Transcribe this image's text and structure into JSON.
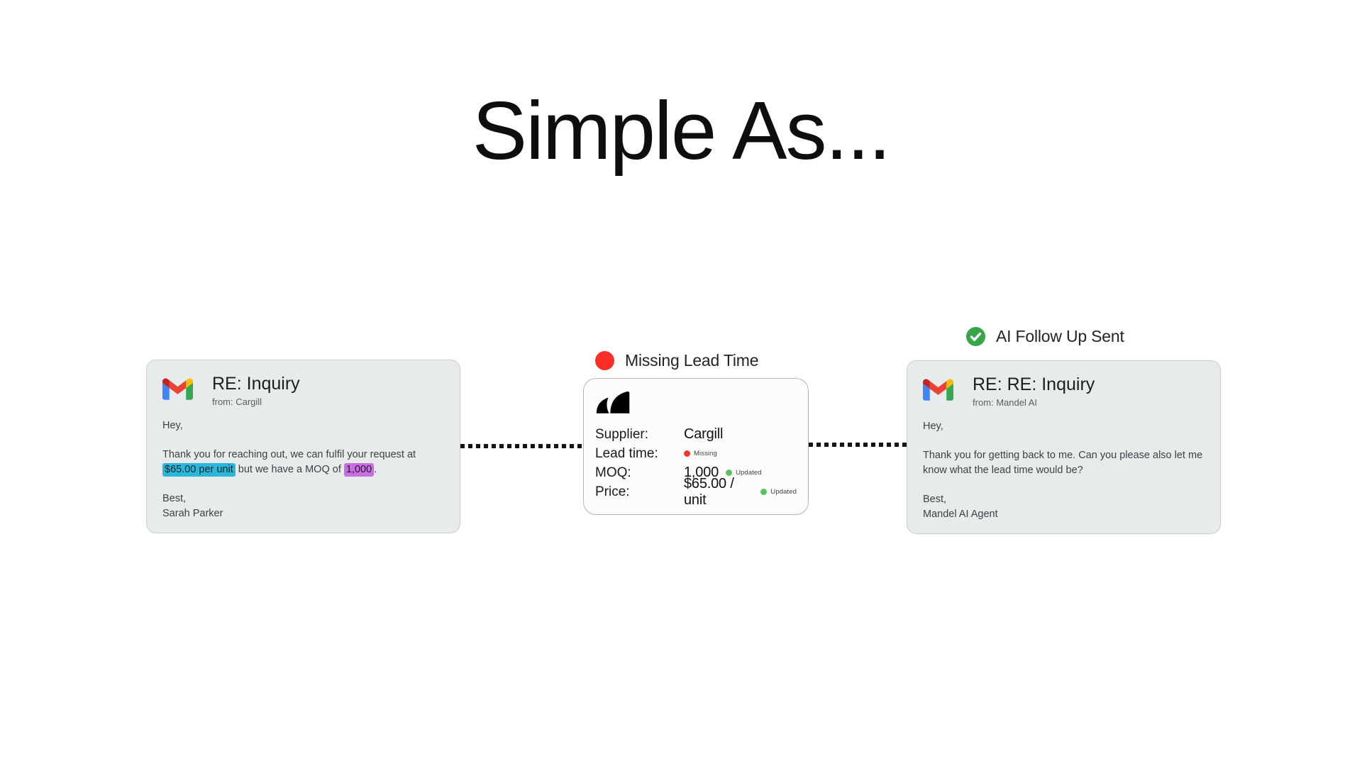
{
  "page": {
    "title": "Simple As..."
  },
  "colors": {
    "highlight_cyan": "#2bb7d9",
    "highlight_purple": "#c76fe0",
    "status_red": "#fb2e27",
    "status_green": "#38a54a",
    "badge_green": "#57c45f",
    "email_card_bg": "#e8ebeb",
    "data_card_bg": "#fcfcfc"
  },
  "icons": {
    "gmail": "gmail-m-logo",
    "brand": "mandel-wings-logo",
    "missing": "red-dot",
    "followup": "green-check-circle"
  },
  "left_email": {
    "subject": "RE: Inquiry",
    "from": "from: Cargill",
    "greeting": "Hey,",
    "body_part1": "Thank you for reaching out, we can fulfil your request at ",
    "highlight_price": "$65.00 per unit",
    "body_part2": " but we have a MOQ of ",
    "highlight_moq": "1,000",
    "body_part3": ".",
    "closing": "Best,",
    "signature": "Sarah Parker"
  },
  "data_card": {
    "status_label": "Missing Lead Time",
    "rows": [
      {
        "label": "Supplier:",
        "value": "Cargill"
      },
      {
        "label": "Lead time:",
        "value": "",
        "badge": "Missing"
      },
      {
        "label": "MOQ:",
        "value": "1,000",
        "badge": "Updated"
      },
      {
        "label": "Price:",
        "value": "$65.00 / unit",
        "badge": "Updated"
      }
    ]
  },
  "right_email": {
    "status_label": "AI Follow Up Sent",
    "subject": "RE: RE: Inquiry",
    "from": "from: Mandel AI",
    "greeting": "Hey,",
    "body": "Thank you for getting back to me. Can you please also let me know what the lead time would be?",
    "closing": "Best,",
    "signature": "Mandel AI Agent"
  }
}
